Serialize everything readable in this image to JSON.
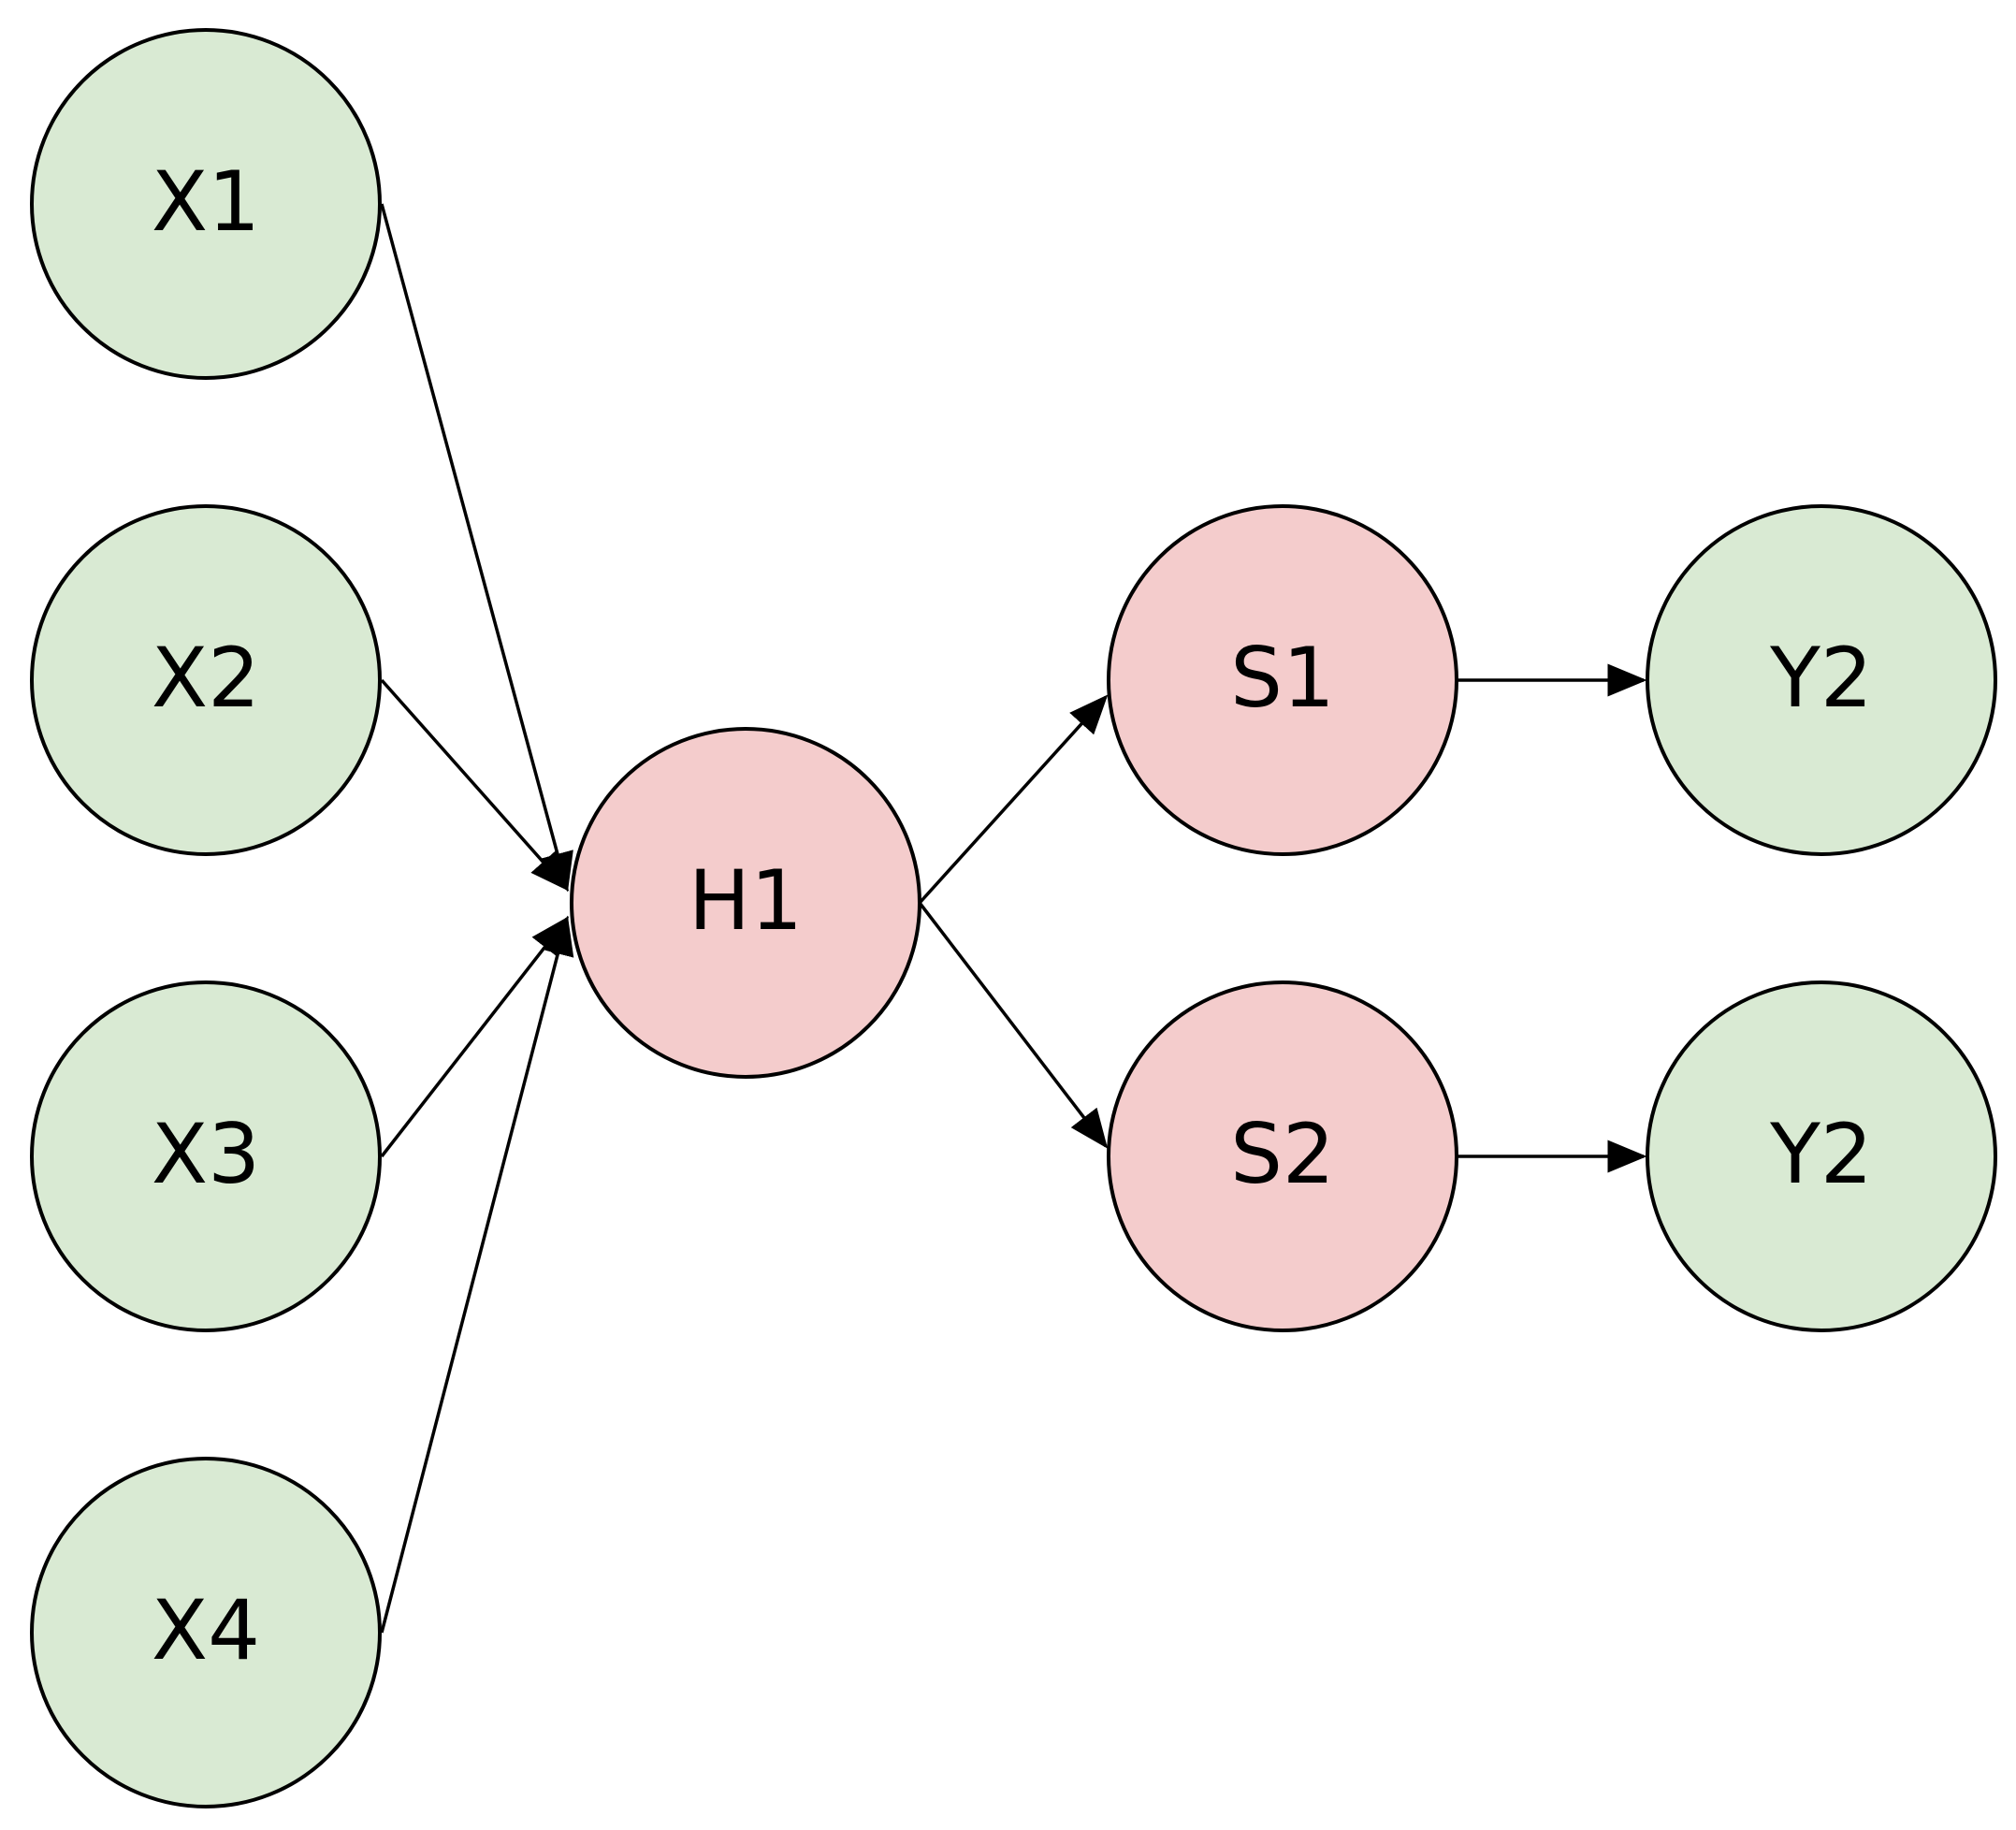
{
  "colors": {
    "input_fill": "#d9ead3",
    "hidden_fill": "#f4cccc",
    "stroke": "#000000"
  },
  "nodes": [
    {
      "id": "x1",
      "label": "X1",
      "kind": "input"
    },
    {
      "id": "x2",
      "label": "X2",
      "kind": "input"
    },
    {
      "id": "x3",
      "label": "X3",
      "kind": "input"
    },
    {
      "id": "x4",
      "label": "X4",
      "kind": "input"
    },
    {
      "id": "h1",
      "label": "H1",
      "kind": "hidden"
    },
    {
      "id": "s1",
      "label": "S1",
      "kind": "hidden"
    },
    {
      "id": "s2",
      "label": "S2",
      "kind": "hidden"
    },
    {
      "id": "y2a",
      "label": "Y2",
      "kind": "input"
    },
    {
      "id": "y2b",
      "label": "Y2",
      "kind": "input"
    }
  ],
  "edges": [
    {
      "from": "x1",
      "to": "h1"
    },
    {
      "from": "x2",
      "to": "h1"
    },
    {
      "from": "x3",
      "to": "h1"
    },
    {
      "from": "x4",
      "to": "h1"
    },
    {
      "from": "h1",
      "to": "s1"
    },
    {
      "from": "h1",
      "to": "s2"
    },
    {
      "from": "s1",
      "to": "y2a"
    },
    {
      "from": "s2",
      "to": "y2b"
    }
  ]
}
